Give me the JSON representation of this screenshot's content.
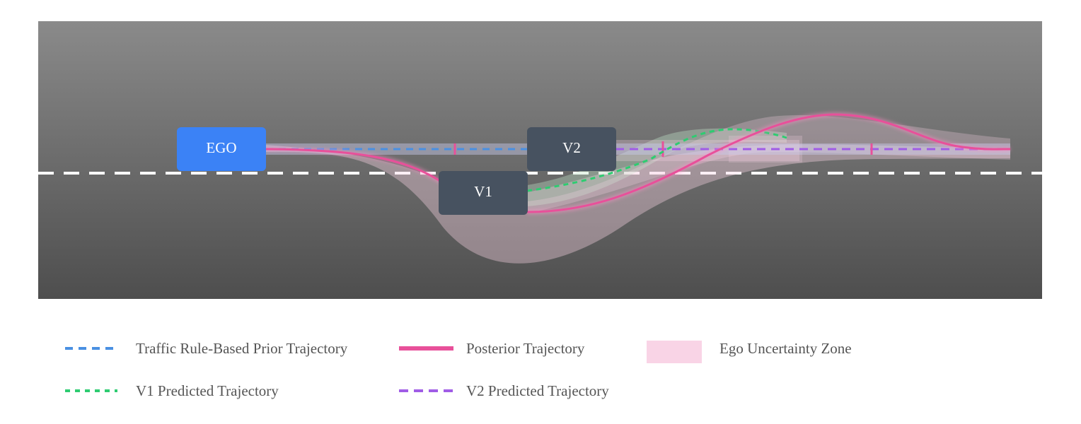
{
  "vehicles": {
    "ego": {
      "label": "EGO",
      "color": "#3b82f6"
    },
    "v1": {
      "label": "V1",
      "color": "#475260"
    },
    "v2": {
      "label": "V2",
      "color": "#475260"
    }
  },
  "legend": {
    "prior": {
      "label": "Traffic Rule-Based Prior Trajectory",
      "color": "#4a90e2"
    },
    "posterior": {
      "label": "Posterior Trajectory",
      "color": "#e8509a"
    },
    "uncertainty": {
      "label": "Ego Uncertainty Zone",
      "color": "#f9d4e6"
    },
    "v1_pred": {
      "label": "V1 Predicted Trajectory",
      "color": "#2ecc71"
    },
    "v2_pred": {
      "label": "V2 Predicted Trajectory",
      "color": "#a05ce6"
    }
  },
  "colors": {
    "road_top": "#8a8a8a",
    "road_bottom": "#4e4e4e",
    "lane_marking": "#ffffff"
  }
}
